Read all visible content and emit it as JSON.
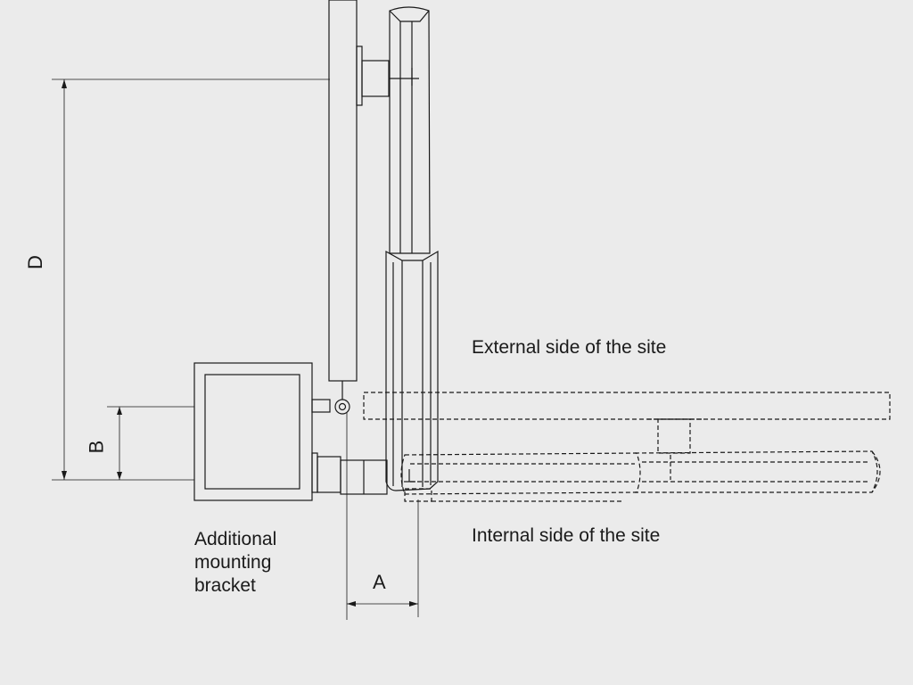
{
  "labels": {
    "external_side": "External side of the site",
    "internal_side": "Internal side of the site",
    "bracket_line1": "Additional",
    "bracket_line2": "mounting",
    "bracket_line3": "bracket"
  },
  "dimensions": {
    "a": "A",
    "b": "B",
    "d": "D"
  },
  "colors": {
    "background": "#ebebeb",
    "line": "#1a1a1a"
  }
}
